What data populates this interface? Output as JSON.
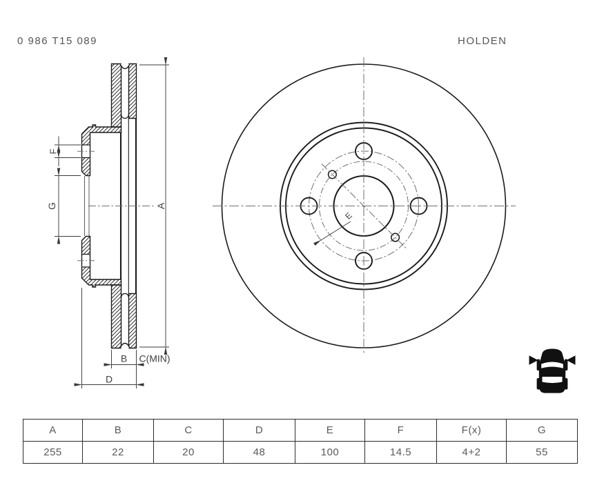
{
  "header": {
    "part_number": "0 986 T15 089",
    "brand": "HOLDEN"
  },
  "drawing": {
    "labels": {
      "A": "A",
      "B": "B",
      "C_MIN": "C(MIN)",
      "D": "D",
      "E": "E",
      "F": "F",
      "G": "G"
    },
    "views": {
      "left": "brake-disc-cross-section",
      "right": "brake-disc-front-view"
    }
  },
  "icons": {
    "car": "car-top-view-front-axle-icon"
  },
  "table": {
    "columns": [
      {
        "header": "A",
        "value": "255"
      },
      {
        "header": "B",
        "value": "22"
      },
      {
        "header": "C",
        "value": "20"
      },
      {
        "header": "D",
        "value": "48"
      },
      {
        "header": "E",
        "value": "100"
      },
      {
        "header": "F",
        "value": "14.5"
      },
      {
        "header": "F(x)",
        "value": "4+2"
      },
      {
        "header": "G",
        "value": "55"
      }
    ]
  },
  "colors": {
    "line": "#1a1a1a",
    "dimension_line": "#3a3a3a",
    "centerline": "#6e6e6e",
    "text": "#5a5a5a"
  }
}
